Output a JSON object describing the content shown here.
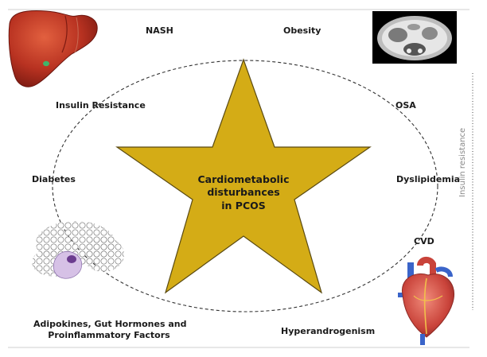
{
  "center": {
    "line1": "Cardiometabolic",
    "line2": "disturbances",
    "line3": "in PCOS"
  },
  "labels": {
    "nash": "NASH",
    "obesity": "Obesity",
    "insulin_resistance": "Insulin Resistance",
    "osa": "OSA",
    "diabetes": "Diabetes",
    "dyslipidemia": "Dyslipidemia",
    "cvd": "CVD",
    "adipokines_line1": "Adipokines, Gut Hormones and",
    "adipokines_line2": "Proinflammatory Factors",
    "hyperandrogenism": "Hyperandrogenism"
  },
  "side_axis": {
    "label": "Insulin resistance"
  },
  "colors": {
    "star_fill": "#d4ac16",
    "star_stroke": "#5a4a12",
    "ellipse": "#333333",
    "liver": "#c0392b",
    "heart": "#c0392b"
  },
  "icons": {
    "top_left": "liver-illustration",
    "top_right": "abdominal-mri-image",
    "bottom_left": "adipose-tissue-illustration",
    "bottom_right": "heart-illustration"
  }
}
